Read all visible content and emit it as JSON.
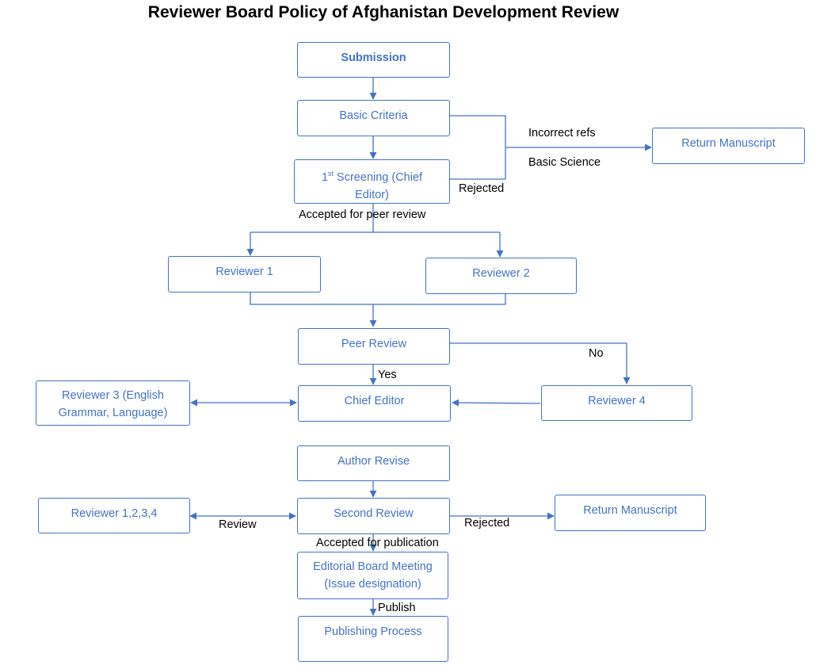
{
  "title": "Reviewer Board Policy of Afghanistan Development Review",
  "nodes": {
    "submission": "Submission",
    "basic_criteria": "Basic Criteria",
    "screening_sup": "st",
    "screening_pre": "1",
    "screening_line1": " Screening (Chief",
    "screening_line2": "Editor)",
    "return_manuscript_1": "Return Manuscript",
    "reviewer1": "Reviewer 1",
    "reviewer2": "Reviewer 2",
    "peer_review": "Peer Review",
    "chief_editor": "Chief Editor",
    "reviewer3_line1": "Reviewer 3 (English",
    "reviewer3_line2": "Grammar, Language)",
    "reviewer4": "Reviewer 4",
    "author_revise": "Author Revise",
    "reviewer_1234": "Reviewer 1,2,3,4",
    "second_review": "Second Review",
    "return_manuscript_2": "Return Manuscript",
    "editorial_line1": "Editorial Board Meeting",
    "editorial_line2": "(Issue designation)",
    "publishing": "Publishing Process"
  },
  "edge_labels": {
    "incorrect_refs": "Incorrect refs",
    "basic_science": "Basic Science",
    "rejected_1": "Rejected",
    "accepted_peer": "Accepted for peer review",
    "no": "No",
    "yes": "Yes",
    "review": "Review",
    "rejected_2": "Rejected",
    "accepted_pub": "Accepted for publication",
    "publish": "Publish"
  },
  "colors": {
    "accent": "#4472c4",
    "text": "#000000"
  }
}
